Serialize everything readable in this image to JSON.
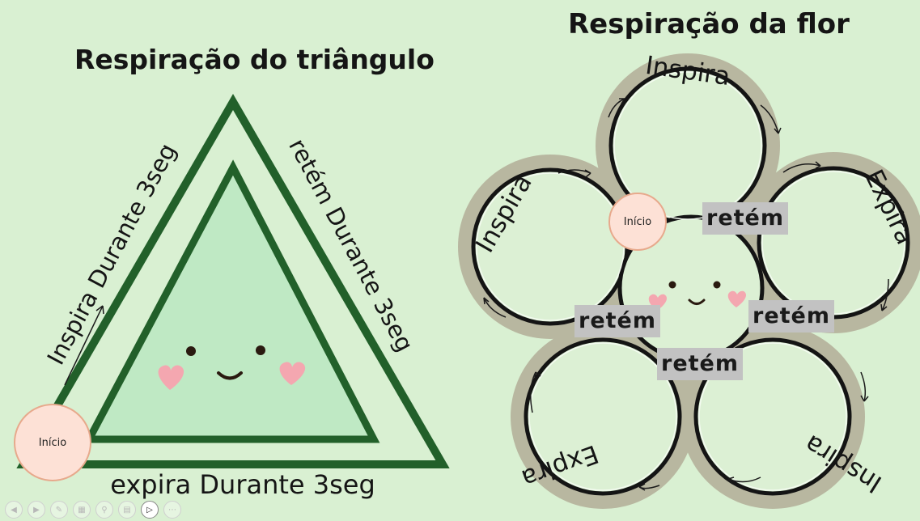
{
  "triangle": {
    "title": "Respiração do triângulo",
    "left_side": "Inspira Durante 3seg",
    "right_side": "retém Durante 3seg",
    "bottom_side": "expira Durante 3seg",
    "start": "Início"
  },
  "flower": {
    "title": "Respiração da flor",
    "start": "Início",
    "outer_labels": [
      "Inspira",
      "Expira",
      "Inspira",
      "Expira",
      "Inspira"
    ],
    "hold_labels": [
      "retém",
      "retém",
      "retém",
      "retém"
    ]
  },
  "colors": {
    "background": "#d9f0d2",
    "triangle_stroke": "#22602a",
    "triangle_fill": "#bfe9c4",
    "flower_halo": "#b8b7a0",
    "cheek": "#f4a7b0",
    "start_fill": "#fde1d6"
  },
  "toolbar": {
    "buttons": [
      "prev-icon",
      "next-icon",
      "pen-icon",
      "slides-icon",
      "zoom-icon",
      "subtitles-icon",
      "camera-icon",
      "more-icon"
    ]
  }
}
